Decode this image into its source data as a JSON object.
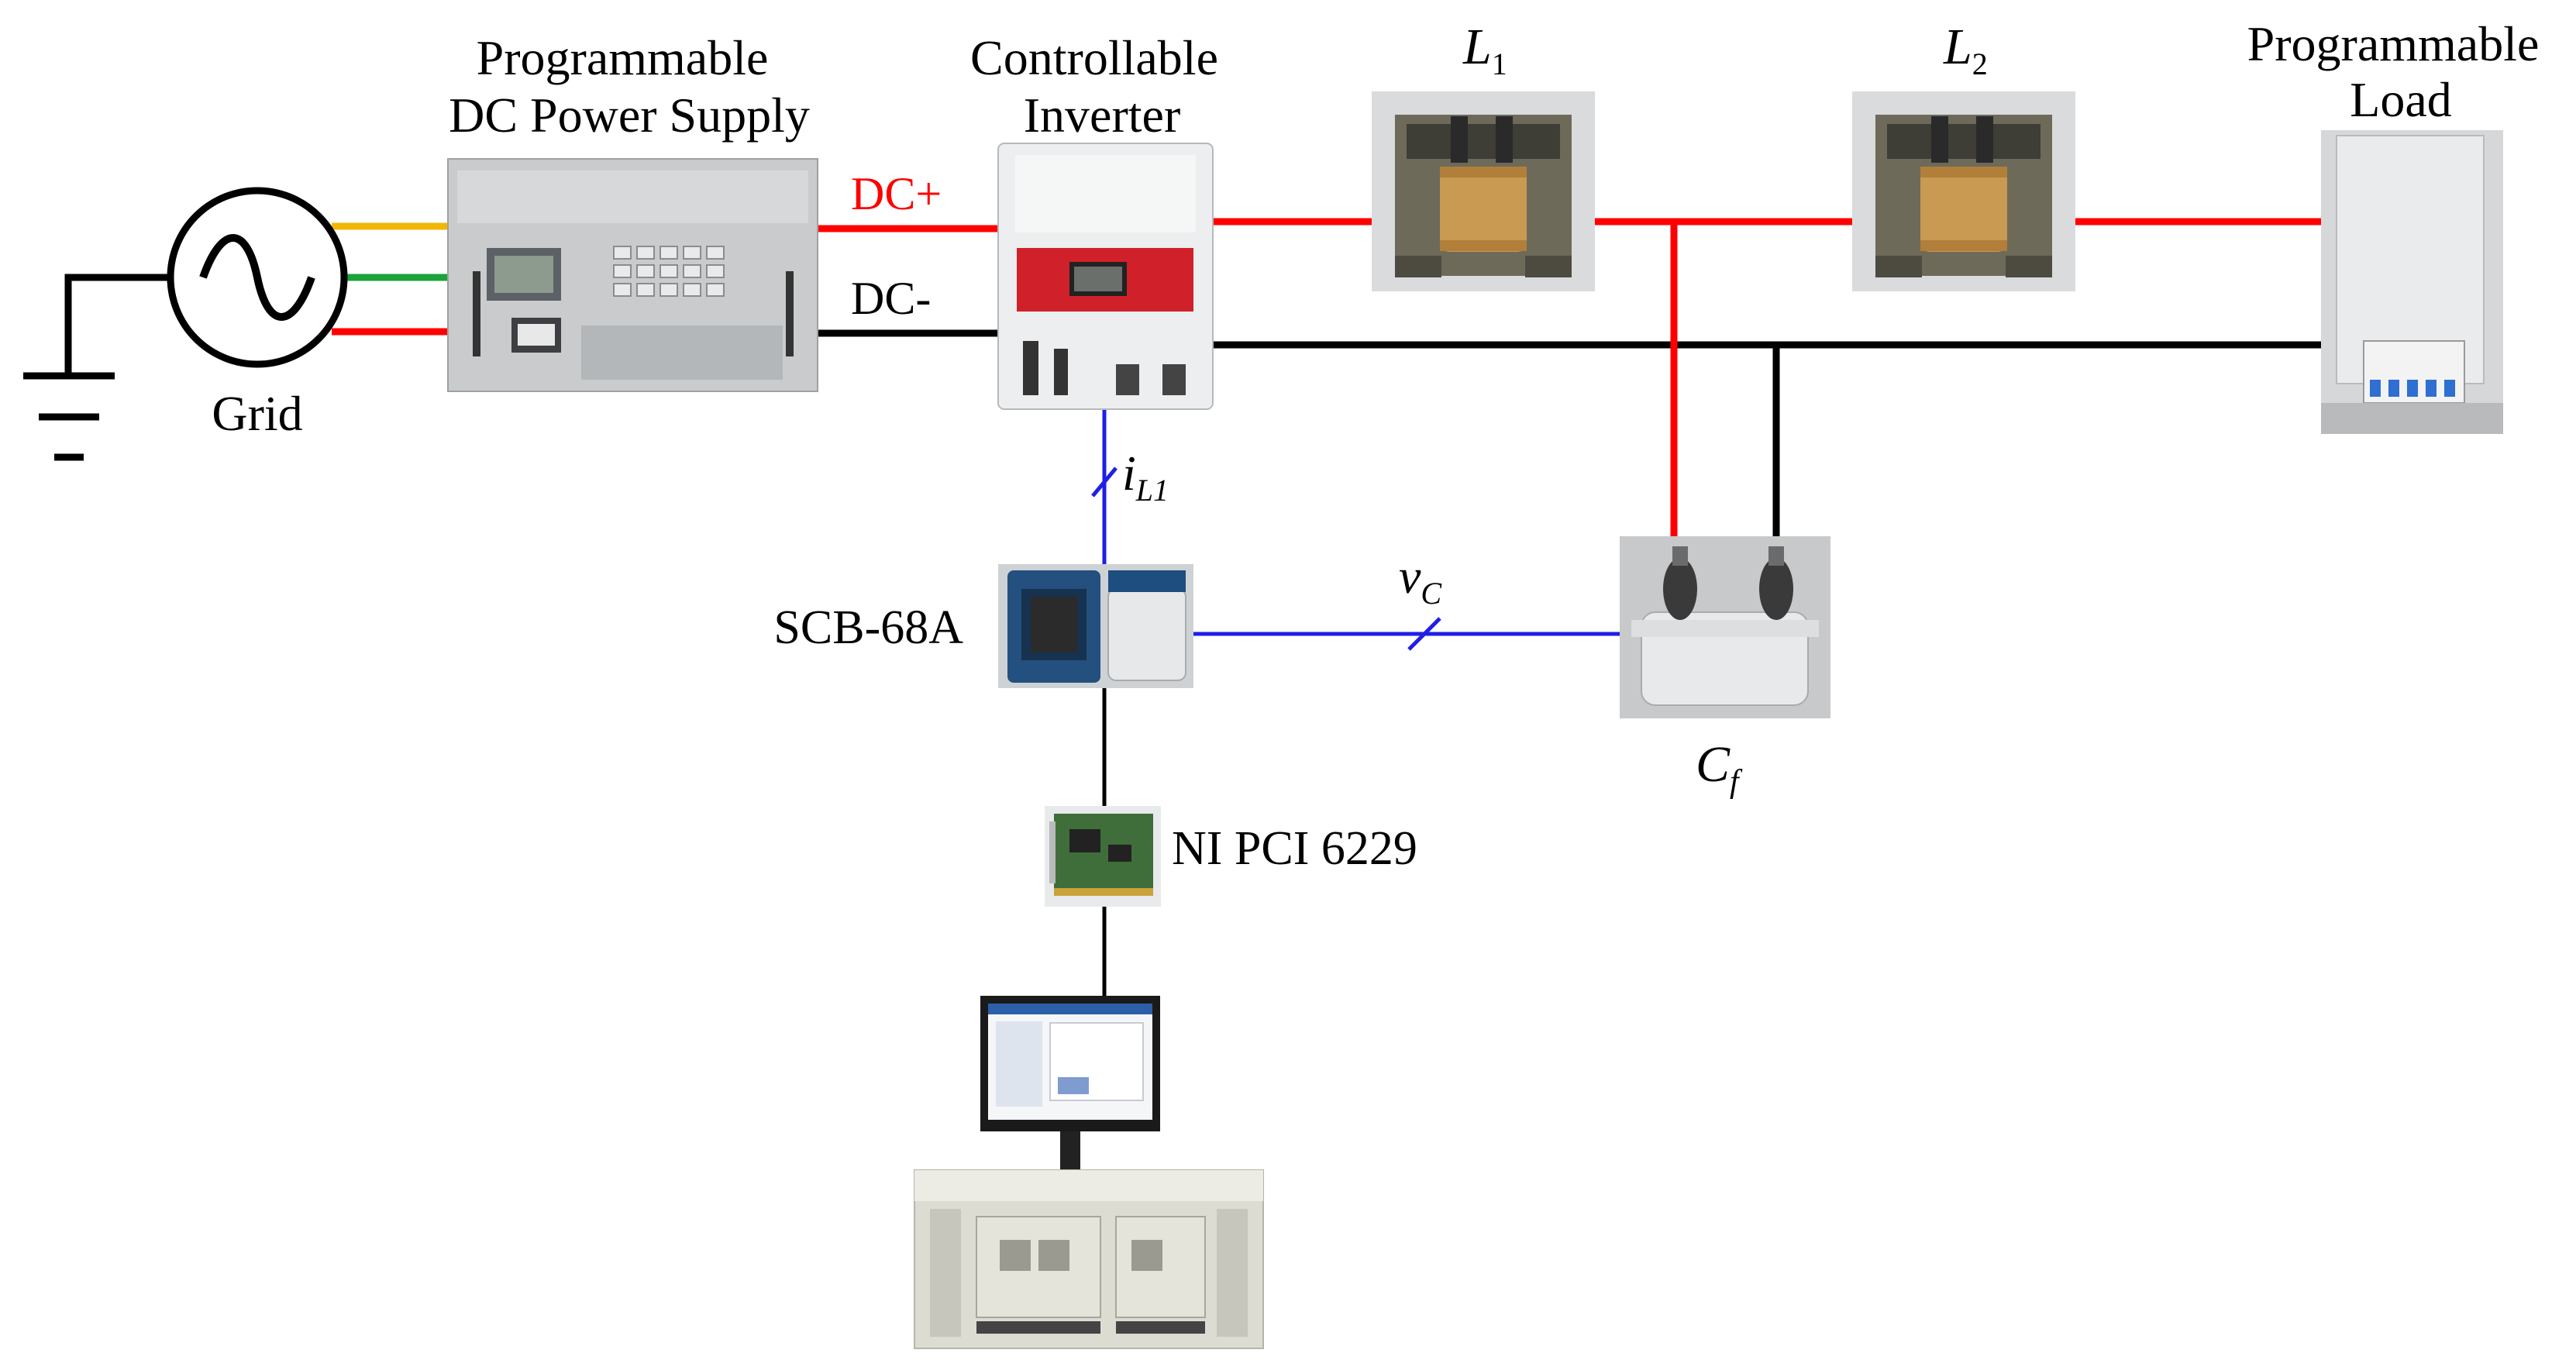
{
  "colors": {
    "dc_positive": "#ff0000",
    "dc_negative": "#000000",
    "signal": "#1f1fe6",
    "grid_wire_1": "#f2b705",
    "grid_wire_2": "#1aa33a",
    "grid_wire_3": "#ff0000"
  },
  "labels": {
    "dc_supply_line1": "Programmable",
    "dc_supply_line2": "DC Power Supply",
    "inverter_line1": "Controllable",
    "inverter_line2": "Inverter",
    "inductor1_main": "L",
    "inductor1_sub": "1",
    "inductor2_main": "L",
    "inductor2_sub": "2",
    "load_line1": "Programmable",
    "load_line2": "Load",
    "grid": "Grid",
    "dc_plus": "DC+",
    "dc_minus": "DC-",
    "current_main": "i",
    "current_sub": "L1",
    "voltage_main": "v",
    "voltage_sub": "C",
    "scb": "SCB-68A",
    "capacitor_main": "C",
    "capacitor_sub": "f",
    "daq": "NI PCI 6229"
  }
}
